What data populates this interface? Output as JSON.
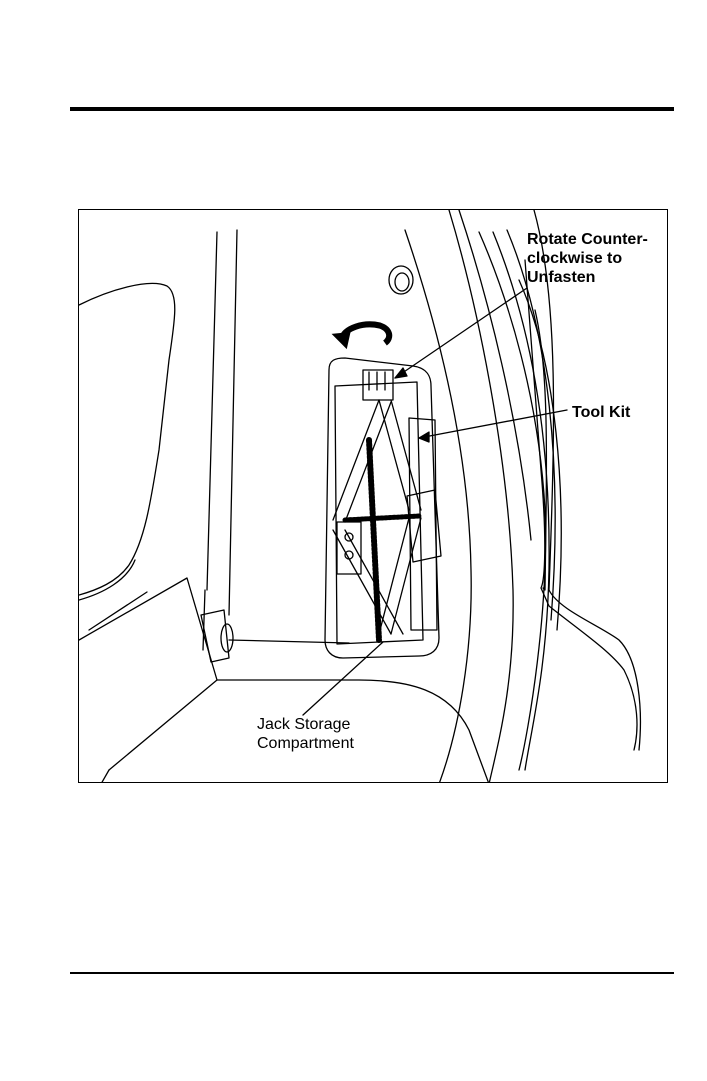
{
  "figure": {
    "callouts": {
      "rotate": {
        "line1": "Rotate Counter-",
        "line2": "clockwise to",
        "line3": "Unfasten"
      },
      "tool_kit": "Tool Kit",
      "jack_storage": {
        "line1": "Jack Storage",
        "line2": "Compartment"
      }
    },
    "icons": [
      "counterclockwise-arrow-icon"
    ],
    "ink_color": "#000000",
    "paper_color": "#ffffff"
  }
}
